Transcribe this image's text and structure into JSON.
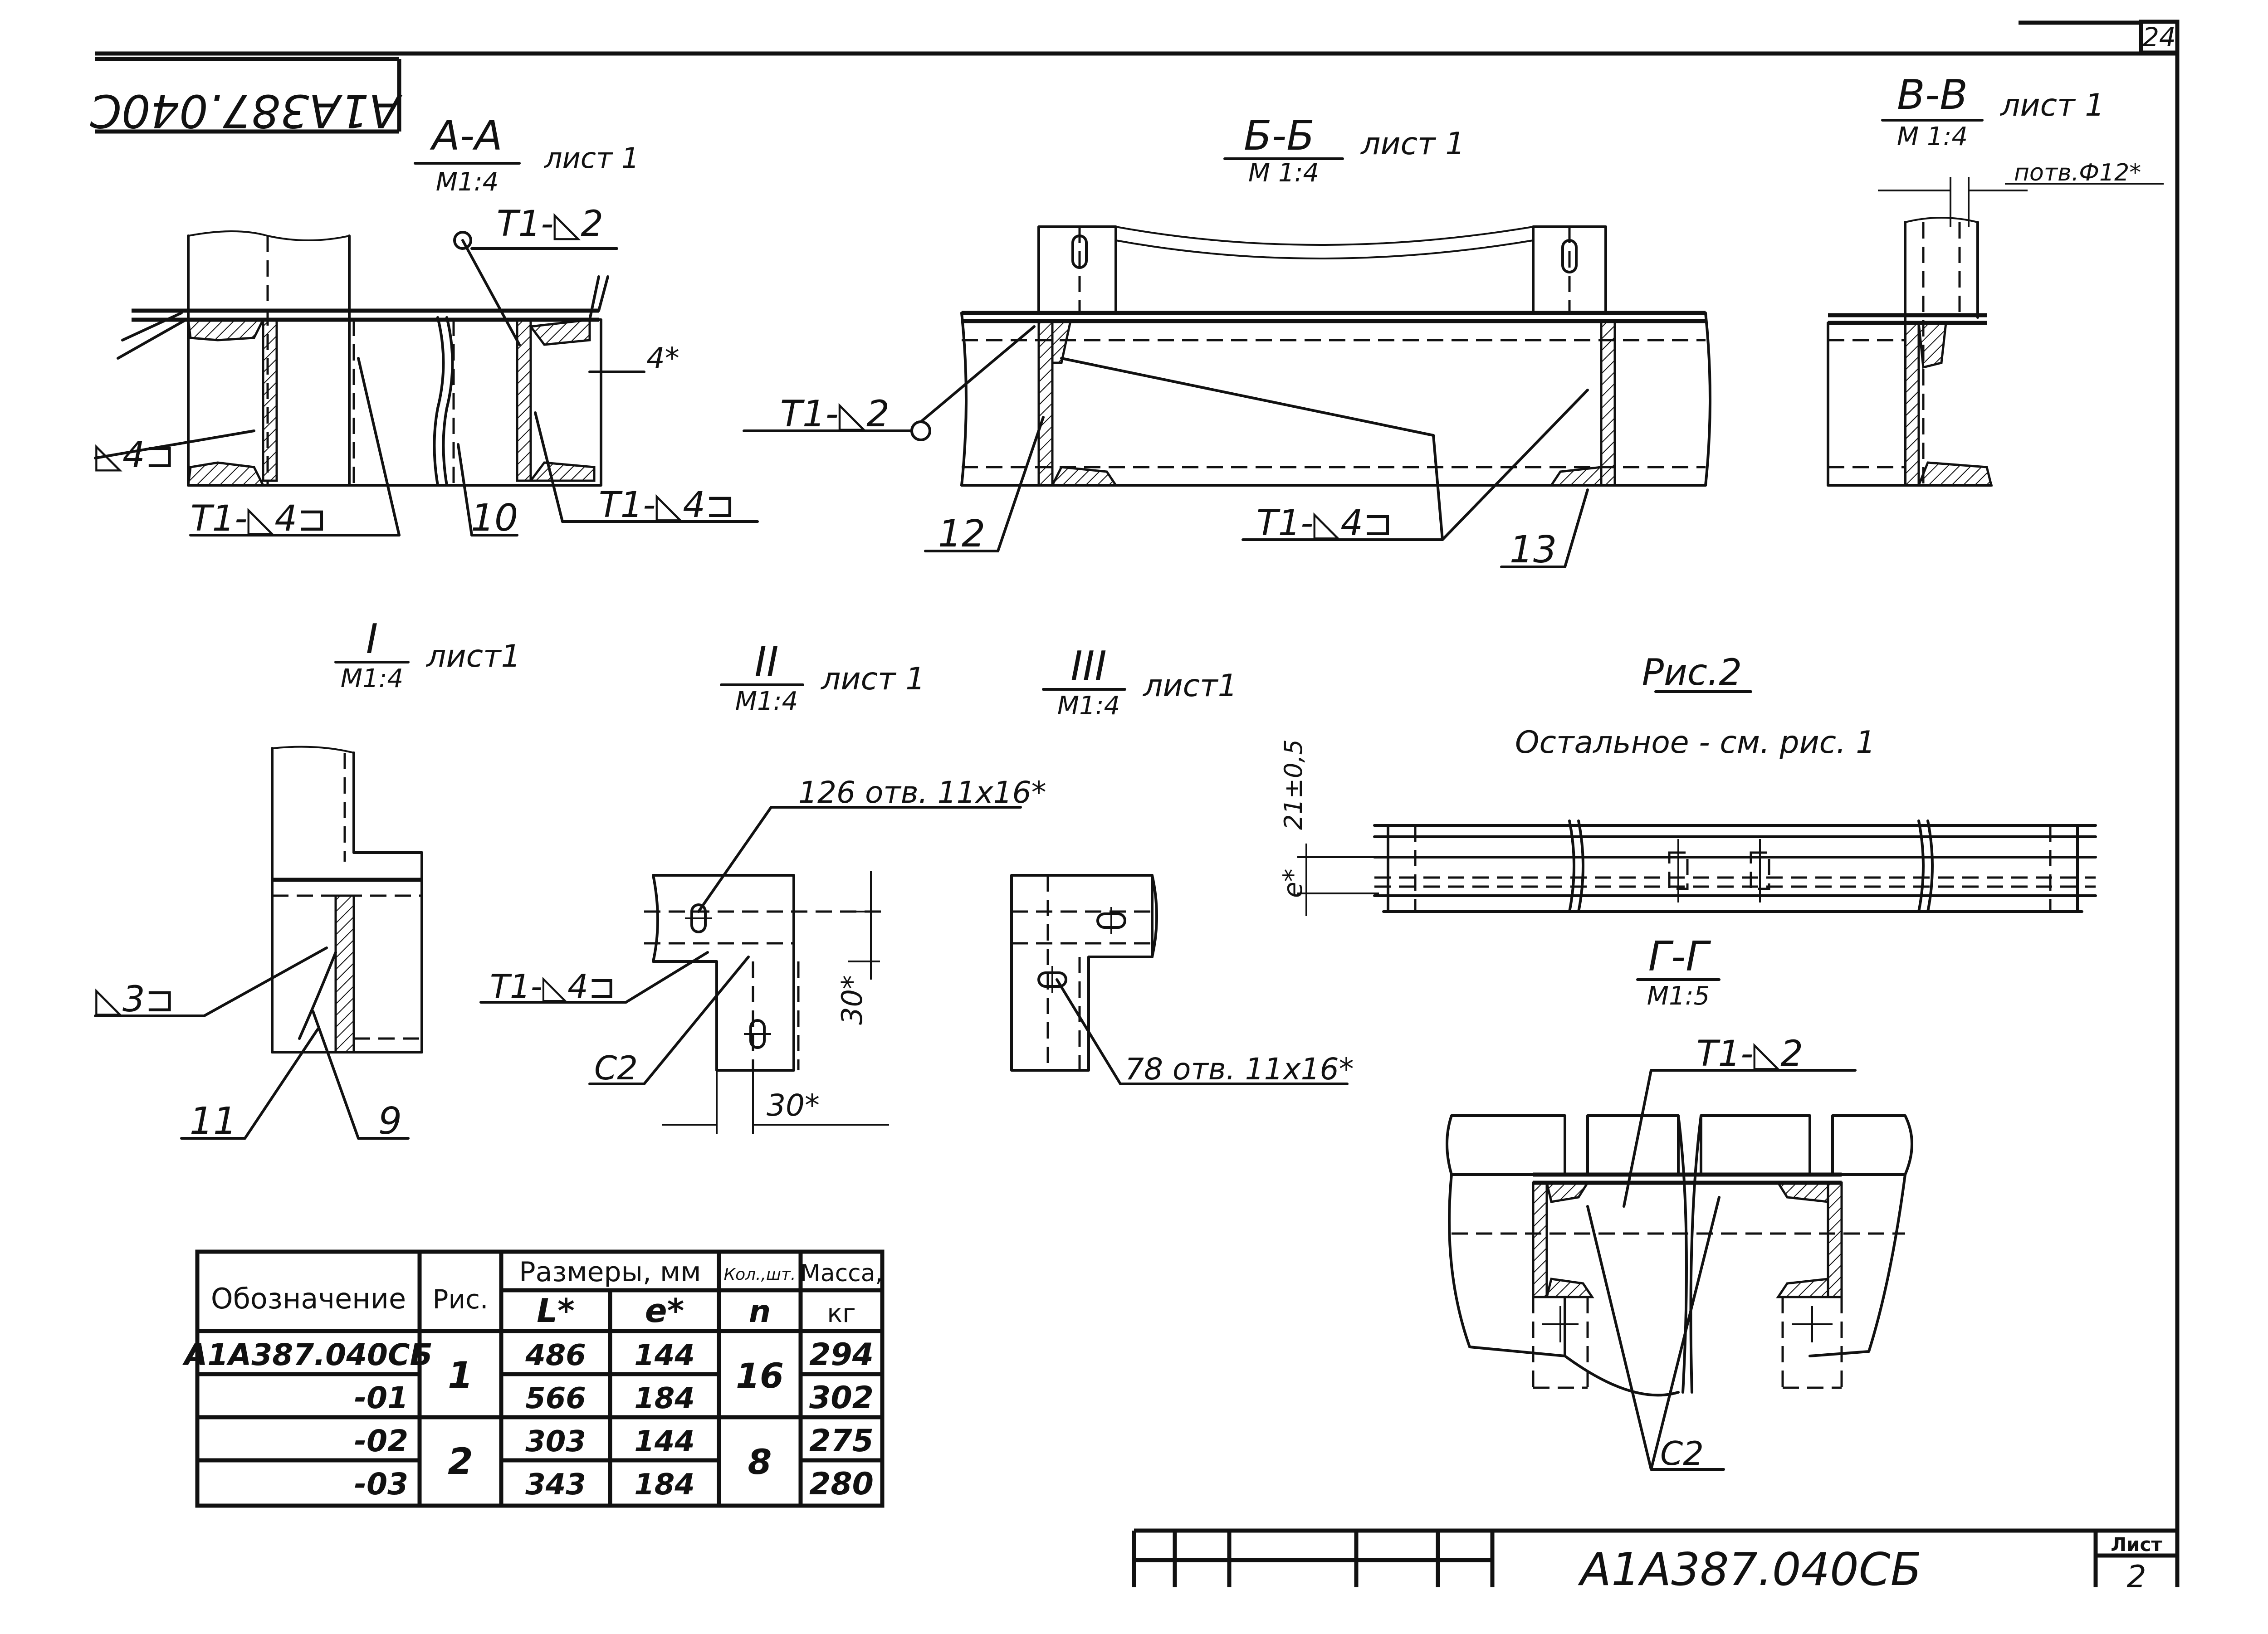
{
  "sheet_corner_number": "24",
  "doc_code_rotated": "А1А387.040С",
  "doc_code_bottom": "А1А387.040СБ",
  "sheet_label": "Лист",
  "sheet_number": "2",
  "views": {
    "aa": {
      "title": "А-А",
      "scale": "М1:4",
      "sheet_ref": "лист 1",
      "weld_top": "Т1-◺2",
      "weld_left": "◺4⊐",
      "weld_bottom_left": "Т1-◺4⊐",
      "part_10": "10",
      "weld_bottom_right": "Т1-◺4⊐",
      "dim_4": "4*"
    },
    "bb": {
      "title": "Б-Б",
      "scale": "М 1:4",
      "sheet_ref": "лист 1",
      "weld_left": "Т1-◺2",
      "part_12": "12",
      "weld_bottom": "Т1-◺4⊐",
      "part_13": "13"
    },
    "vv": {
      "title": "В-В",
      "scale": "М 1:4",
      "sheet_ref": "лист 1",
      "hole": "потв.Ф12*"
    },
    "i": {
      "title": "I",
      "scale": "М1:4",
      "sheet_ref": "лист1",
      "weld": "◺3⊐",
      "part_11": "11",
      "part_9": "9"
    },
    "ii": {
      "title": "II",
      "scale": "М1:4",
      "sheet_ref": "лист 1",
      "holes": "126 отв. 11х16*",
      "weld": "Т1-◺4⊐",
      "c2": "С2",
      "dim_v": "30*",
      "dim_h": "30*"
    },
    "iii": {
      "title": "III",
      "scale": "М1:4",
      "sheet_ref": "лист1",
      "holes": "78 отв. 11х16*"
    },
    "fig2": {
      "title": "Рис.2",
      "note": "Остальное - см. рис. 1",
      "dim_v": "21±0,5",
      "dim_e": "е*"
    },
    "gg": {
      "title": "Г-Г",
      "scale": "М1:5",
      "weld": "Т1-◺2",
      "c2": "С2"
    }
  },
  "table": {
    "col_designation": "Обозначение",
    "col_fig": "Рис.",
    "col_dims": "Размеры, мм",
    "col_qty": "Кол.,шт.",
    "col_mass": "Масса,",
    "sub_L": "L*",
    "sub_e": "е*",
    "sub_n": "n",
    "sub_kg": "кг",
    "rows": [
      {
        "designation": "А1А387.040СБ",
        "L": "486",
        "e": "144",
        "mass": "294"
      },
      {
        "designation": "-01",
        "L": "566",
        "e": "184",
        "mass": "302"
      },
      {
        "designation": "-02",
        "L": "303",
        "e": "144",
        "mass": "275"
      },
      {
        "designation": "-03",
        "L": "343",
        "e": "184",
        "mass": "280"
      }
    ],
    "fig_groups": [
      "1",
      "2"
    ],
    "qty_groups": [
      "16",
      "8"
    ]
  }
}
